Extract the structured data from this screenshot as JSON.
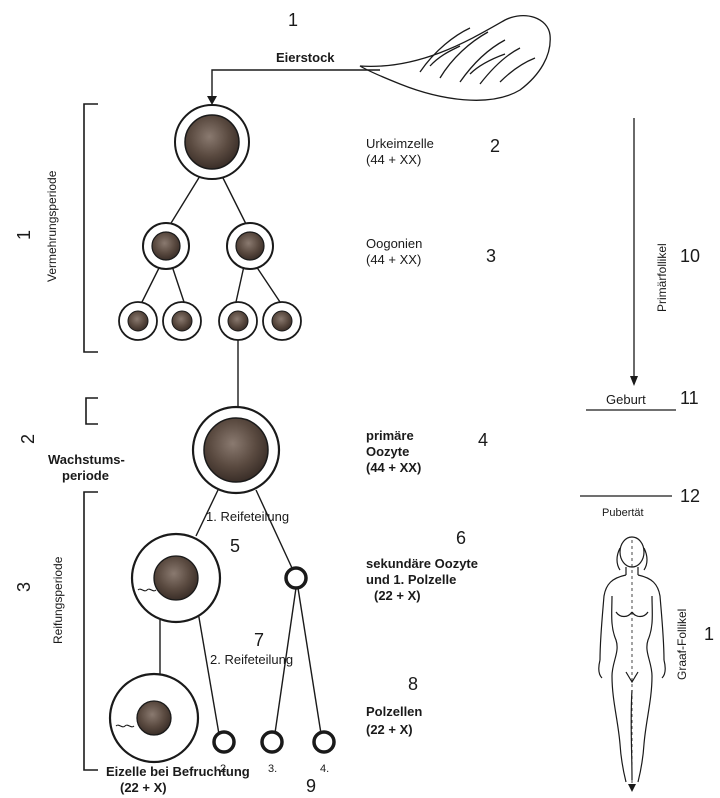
{
  "top": {
    "number": "1",
    "label": "Eierstock"
  },
  "periods": {
    "vermehrung": {
      "label": "Vermehrungsperiode",
      "mark": "1"
    },
    "wachstum": {
      "label_line1": "Wachstums-",
      "label_line2": "periode",
      "mark": "2"
    },
    "reifung": {
      "label": "Reifungsperiode",
      "mark": "3"
    }
  },
  "stages": {
    "urkeimzelle": {
      "line1": "Urkeimzelle",
      "line2": "(44 + XX)",
      "number": "2"
    },
    "oogonien": {
      "line1": "Oogonien",
      "line2": "(44 + XX)",
      "number": "3"
    },
    "primaere": {
      "line1": "primäre",
      "line2": "Oozyte",
      "line3": "(44 + XX)",
      "number": "4"
    },
    "sekundaere": {
      "line1": "sekundäre Oozyte",
      "line2": "und 1. Polzelle",
      "line3": "(22 + X)",
      "number": "6"
    },
    "polzellen": {
      "line1": "Polzellen",
      "line2": "(22 + X)",
      "number": "8"
    },
    "eizelle": {
      "line1": "Eizelle bei Befruchtung",
      "line2": "(22 + X)",
      "number": "9"
    }
  },
  "divisions": {
    "first": {
      "label": "1. Reifeteilung",
      "number": "5"
    },
    "second": {
      "label": "2. Reifeteilung",
      "number": "7"
    }
  },
  "polcells": [
    "2.",
    "3.",
    "4."
  ],
  "timeline": {
    "primaerfollikel": {
      "label": "Primärfollikel",
      "number": "10"
    },
    "geburt": {
      "label": "Geburt",
      "number": "11"
    },
    "pubertaet": {
      "label": "Pubertät",
      "number": "12"
    },
    "graaf": {
      "label": "Graaf-Follikel",
      "number": "1"
    }
  },
  "colors": {
    "ink": "#1a1a1a",
    "nucleus": "#5a4a40",
    "nucleus_dark": "#3a2e28"
  }
}
